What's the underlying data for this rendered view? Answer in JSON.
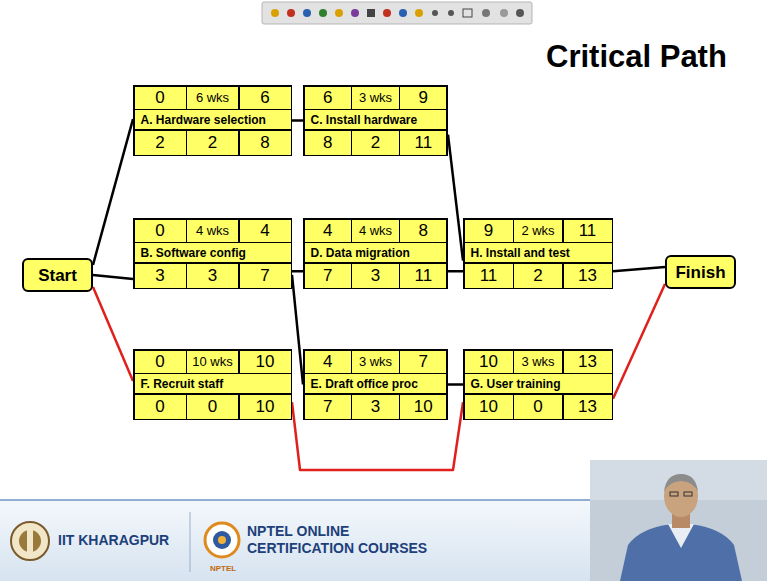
{
  "diagram": {
    "title": "Critical Path",
    "nodes": [
      {
        "text": [
          "Start"
        ]
      },
      {
        "text": [
          "0",
          "6 wks",
          "6",
          "A. Hardware selection",
          "2",
          "2",
          "8"
        ]
      },
      {
        "text": [
          "6",
          "3 wks",
          "9",
          "C. Install hardware",
          "8",
          "2",
          "11"
        ]
      },
      {
        "text": [
          "0",
          "4 wks",
          "4",
          "B. Software config",
          "3",
          "3",
          "7"
        ]
      },
      {
        "text": [
          "4",
          "4 wks",
          "8",
          "D. Data migration",
          "7",
          "3",
          "11"
        ]
      },
      {
        "text": [
          "9",
          "2 wks",
          "11",
          "H. Install and test",
          "11",
          "2",
          "13"
        ]
      },
      {
        "text": [
          "0",
          "10 wks",
          "10",
          "F. Recruit staff",
          "0",
          "0",
          "10"
        ]
      },
      {
        "text": [
          "4",
          "3 wks",
          "7",
          "E. Draft office proc",
          "7",
          "3",
          "10"
        ]
      },
      {
        "text": [
          "10",
          "3 wks",
          "13",
          "G. User training",
          "10",
          "0",
          "13"
        ]
      },
      {
        "text": [
          "Finish"
        ]
      }
    ],
    "edges": [
      {
        "from": 0,
        "to": 1,
        "arrow": "none"
      },
      {
        "from": 0,
        "to": 3,
        "arrow": "none"
      },
      {
        "from": 0,
        "to": 6,
        "arrow": "none"
      },
      {
        "from": 1,
        "to": 2,
        "arrow": "none"
      },
      {
        "from": 2,
        "to": 5,
        "arrow": "none"
      },
      {
        "from": 3,
        "to": 4,
        "arrow": "none"
      },
      {
        "from": 3,
        "to": 7,
        "arrow": "none"
      },
      {
        "from": 4,
        "to": 5,
        "arrow": "none"
      },
      {
        "from": 7,
        "to": 8,
        "arrow": "none"
      },
      {
        "from": 6,
        "to": 8,
        "arrow": "none"
      },
      {
        "from": 5,
        "to": 9,
        "arrow": "none"
      },
      {
        "from": 8,
        "to": 9,
        "arrow": "none"
      }
    ],
    "labels": [
      "IIT KHARAGPUR",
      "NPTEL ONLINE",
      "CERTIFICATION COURSES",
      "NPTEL"
    ]
  }
}
